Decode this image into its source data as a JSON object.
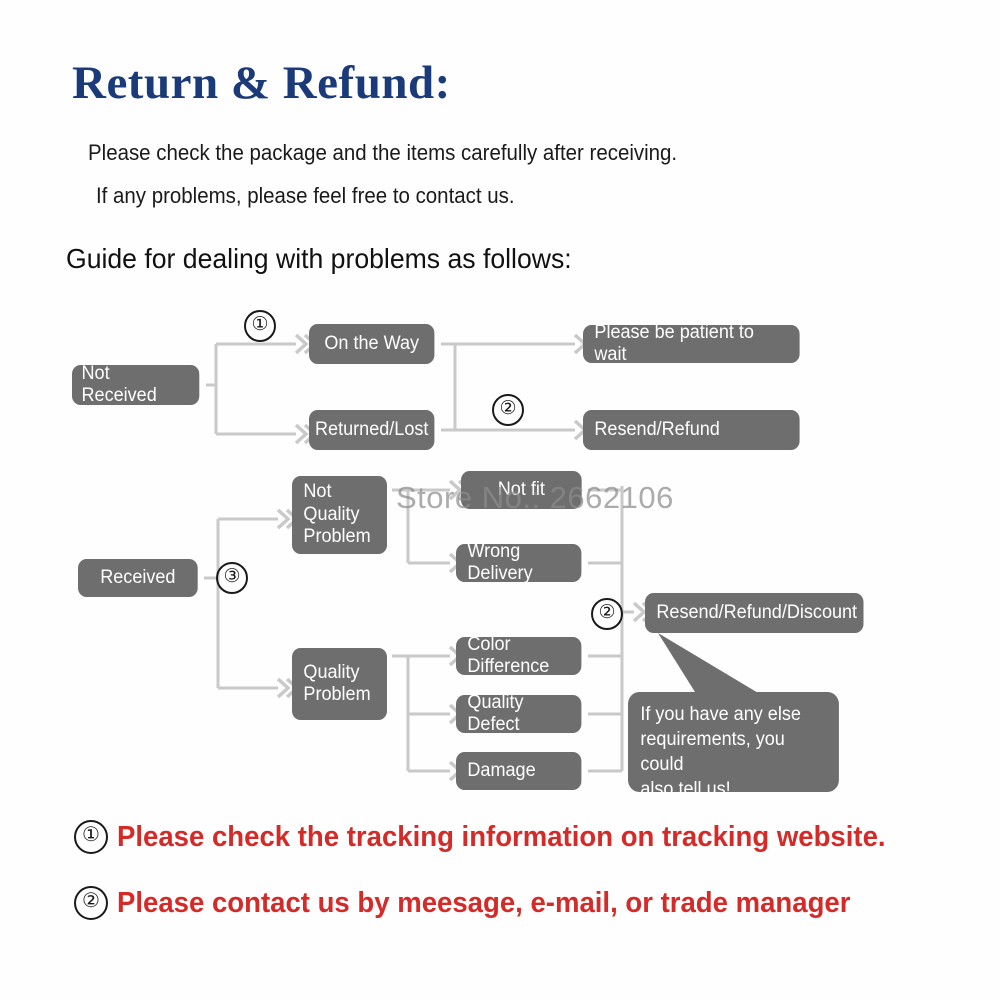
{
  "header": {
    "title": "Return & Refund:",
    "title_color": "#1b3a7a",
    "intro_lines": [
      "Please check the package and the items carefully after receiving.",
      "If any problems, please feel free to contact us."
    ],
    "guide_heading": "Guide for dealing with problems as follows:"
  },
  "watermark": {
    "text": "Store No.: 2662106"
  },
  "theme": {
    "node_fill": "#6e6e6e",
    "node_text": "#ffffff",
    "connector": "#c9c9c9",
    "note_text": "#d42a28",
    "page_background": "#fefefe"
  },
  "flowchart": {
    "branch_not_received": {
      "root": "Not Received",
      "marker_1": "①",
      "marker_2": "②",
      "states": [
        {
          "label": "On the Way",
          "outcome": "Please be patient to wait"
        },
        {
          "label": "Returned/Lost",
          "outcome": "Resend/Refund"
        }
      ]
    },
    "branch_received": {
      "root": "Received",
      "marker_3": "③",
      "marker_2": "②",
      "categories": [
        {
          "label": "Not\nQuality\nProblem",
          "issues": [
            "Not fit",
            "Wrong Delivery"
          ]
        },
        {
          "label": "Quality\nProblem",
          "issues": [
            "Color Difference",
            "Quality Defect",
            "Damage"
          ]
        }
      ],
      "outcome": "Resend/Refund/Discount"
    },
    "callout": "If you have any else\nrequirements, you could\nalso tell us!"
  },
  "notes": [
    {
      "num": "①",
      "text": "Please check the tracking information on tracking website."
    },
    {
      "num": "②",
      "text": "Please contact us by meesage, e-mail, or trade manager"
    }
  ]
}
